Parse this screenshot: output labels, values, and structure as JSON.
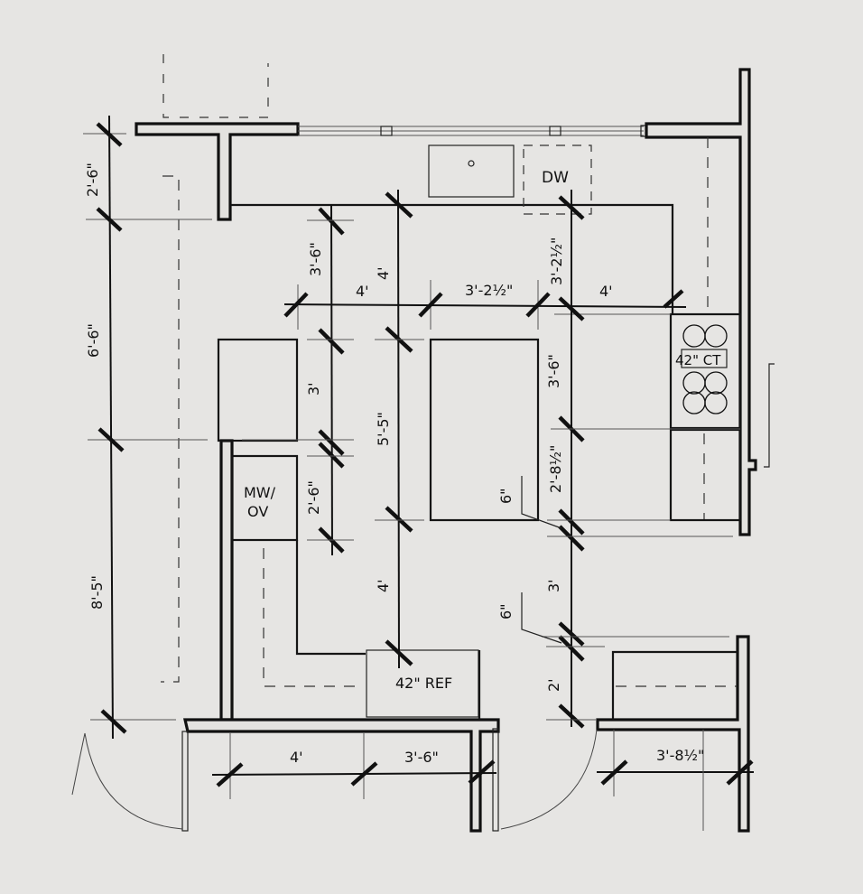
{
  "drawing": {
    "type": "kitchen floor plan",
    "background_color": "#e4e3e1",
    "line_color": "#111111"
  },
  "appliances": {
    "dishwasher": "DW",
    "cooktop": "42\" CT",
    "microwave_oven_line1": "MW/",
    "microwave_oven_line2": "OV",
    "refrigerator": "42\" REF"
  },
  "dimensions": {
    "left_column": {
      "top": "2'-6\"",
      "middle": "6'-6\"",
      "bottom": "8'-5\""
    },
    "horizontal_row": {
      "left_aisle": "4'",
      "island_width": "3'-2½\"",
      "right_aisle": "4'"
    },
    "left_vertical_chain": {
      "top": "3'-6\"",
      "middle": "3'",
      "lower": "2'-6\""
    },
    "center_vertical_chain": {
      "top": "4'",
      "middle": "5'-5\"",
      "bottom": "4'"
    },
    "right_vertical_chain": {
      "top": "3'-2½\"",
      "upper": "3'-6\"",
      "middle": "2'-8½\"",
      "lower": "3'",
      "bottom": "2'"
    },
    "wall_offsets": {
      "upper": "6\"",
      "lower": "6\""
    },
    "bottom_row": {
      "left": "4'",
      "middle": "3'-6\"",
      "right": "3'-8½\""
    }
  }
}
